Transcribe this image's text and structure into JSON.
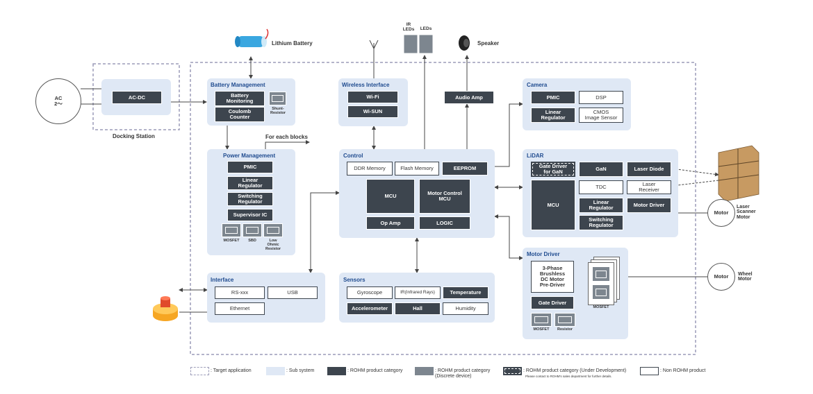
{
  "docking": {
    "title": "Docking Station",
    "acdc": "AC-DC"
  },
  "ac_source": {
    "label": "AC\n2～"
  },
  "lithium_battery": "Lithium Battery",
  "battery_mgmt": {
    "title": "Battery Management",
    "battery_monitoring": "Battery\nMonitoring",
    "coulomb_counter": "Coulomb\nCounter",
    "shunt_resistor": "Shunt-\nResistor"
  },
  "for_each_blocks": "For each blocks",
  "power_mgmt": {
    "title": "Power Management",
    "pmic": "PMIC",
    "linear_regulator": "Linear\nRegulator",
    "switching_regulator": "Switching\nRegulator",
    "supervisor_ic": "Supervisor IC",
    "mosfet": "MOSFET",
    "sbd": "SBD",
    "low_ohmic_resistor": "Low\nOhmic\nResistor"
  },
  "wireless": {
    "title": "Wireless Interface",
    "wifi": "Wi-Fi",
    "wisun": "Wi-SUN"
  },
  "ir_leds": {
    "label1": "IR\nLEDs",
    "label2": "LEDs"
  },
  "speaker": "Speaker",
  "audio_amp": "Audio Amp",
  "control": {
    "title": "Control",
    "ddr": "DDR Memory",
    "flash": "Flash Memory",
    "eeprom": "EEPROM",
    "mcu": "MCU",
    "motor_control_mcu": "Motor Control\nMCU",
    "op_amp": "Op Amp",
    "logic": "LOGIC"
  },
  "camera": {
    "title": "Camera",
    "pmic": "PMIC",
    "dsp": "DSP",
    "linear_regulator": "Linear\nRegulator",
    "cmos": "CMOS\nImage Sensor"
  },
  "lidar": {
    "title": "LiDAR",
    "gate_driver_gan": "Gate Driver\nfor GaN",
    "gan": "GaN",
    "laser_diode": "Laser Diode",
    "mcu": "MCU",
    "tdc": "TDC",
    "laser_receiver": "Laser\nReceiver",
    "linear_regulator": "Linear\nRegulator",
    "motor_driver": "Motor Driver",
    "switching_regulator": "Switching\nRegulator"
  },
  "motor_laser": {
    "circle": "Motor",
    "label": "Laser\nScanner\nMotor"
  },
  "motor_wheel": {
    "circle": "Motor",
    "label": "Wheel\nMotor"
  },
  "motor_driver": {
    "title": "Motor Driver",
    "pre_driver": "3-Phase\nBrushless\nDC Motor\nPre-Driver",
    "gate_driver": "Gate Driver",
    "mosfet": "MOSFET",
    "resistor": "Resistor",
    "mosfet_stack": "MOSFET"
  },
  "interface": {
    "title": "Interface",
    "rs": "RS-xxx",
    "usb": "USB",
    "ethernet": "Ethernet"
  },
  "sensors": {
    "title": "Sensors",
    "gyro": "Gyroscope",
    "ir": "IR(Infrared Rays)",
    "temperature": "Temperature",
    "accelerometer": "Accelerometer",
    "hall": "Hall",
    "humidity": "Humidity"
  },
  "legend": {
    "target": ": Target application",
    "sub": ": Sub system",
    "rohm": ": ROHM product category",
    "rohm_discrete": ": ROHM product category\n(Discrete device)",
    "rohm_dev": ": ROHM product category (Under Development)",
    "rohm_dev_note": "Please contact to ROHM's sales department for further details.",
    "non_rohm": ": Non ROHM product"
  },
  "colors": {
    "subsystem": "#dfe8f5",
    "rohm": "#3d454e",
    "discrete": "#7d868f",
    "title": "#1f4b8f"
  }
}
